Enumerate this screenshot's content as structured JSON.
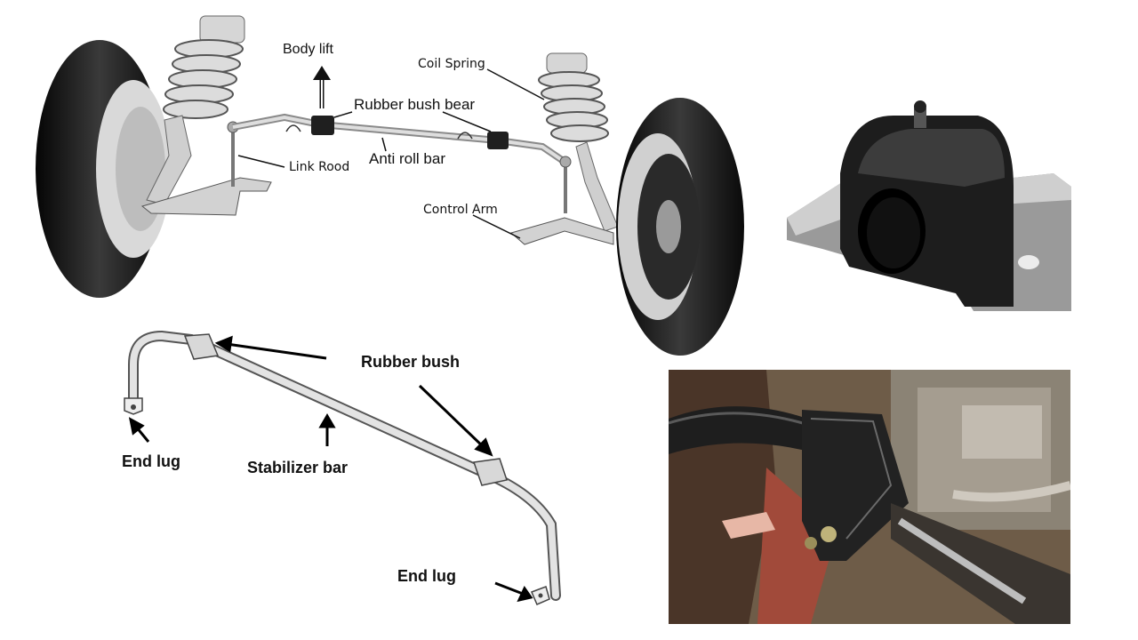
{
  "suspension_diagram": {
    "labels": {
      "body_lift": "Body lift",
      "coil_spring": "Coil Spring",
      "rubber_bush_bear": "Rubber bush bear",
      "link_rod": "Link Rood",
      "anti_roll_bar": "Anti roll bar",
      "control_arm": "Control Arm"
    }
  },
  "stabilizer_diagram": {
    "labels": {
      "rubber_bush": "Rubber bush",
      "end_lug_left": "End lug",
      "stabilizer_bar": "Stabilizer bar",
      "end_lug_right": "End lug"
    }
  },
  "colors": {
    "tire": "#141414",
    "metal": "#c9c9c9",
    "bush": "#1f1f1f",
    "bracket": "#9a9a9a",
    "engine_bay": "#7a6a55"
  }
}
